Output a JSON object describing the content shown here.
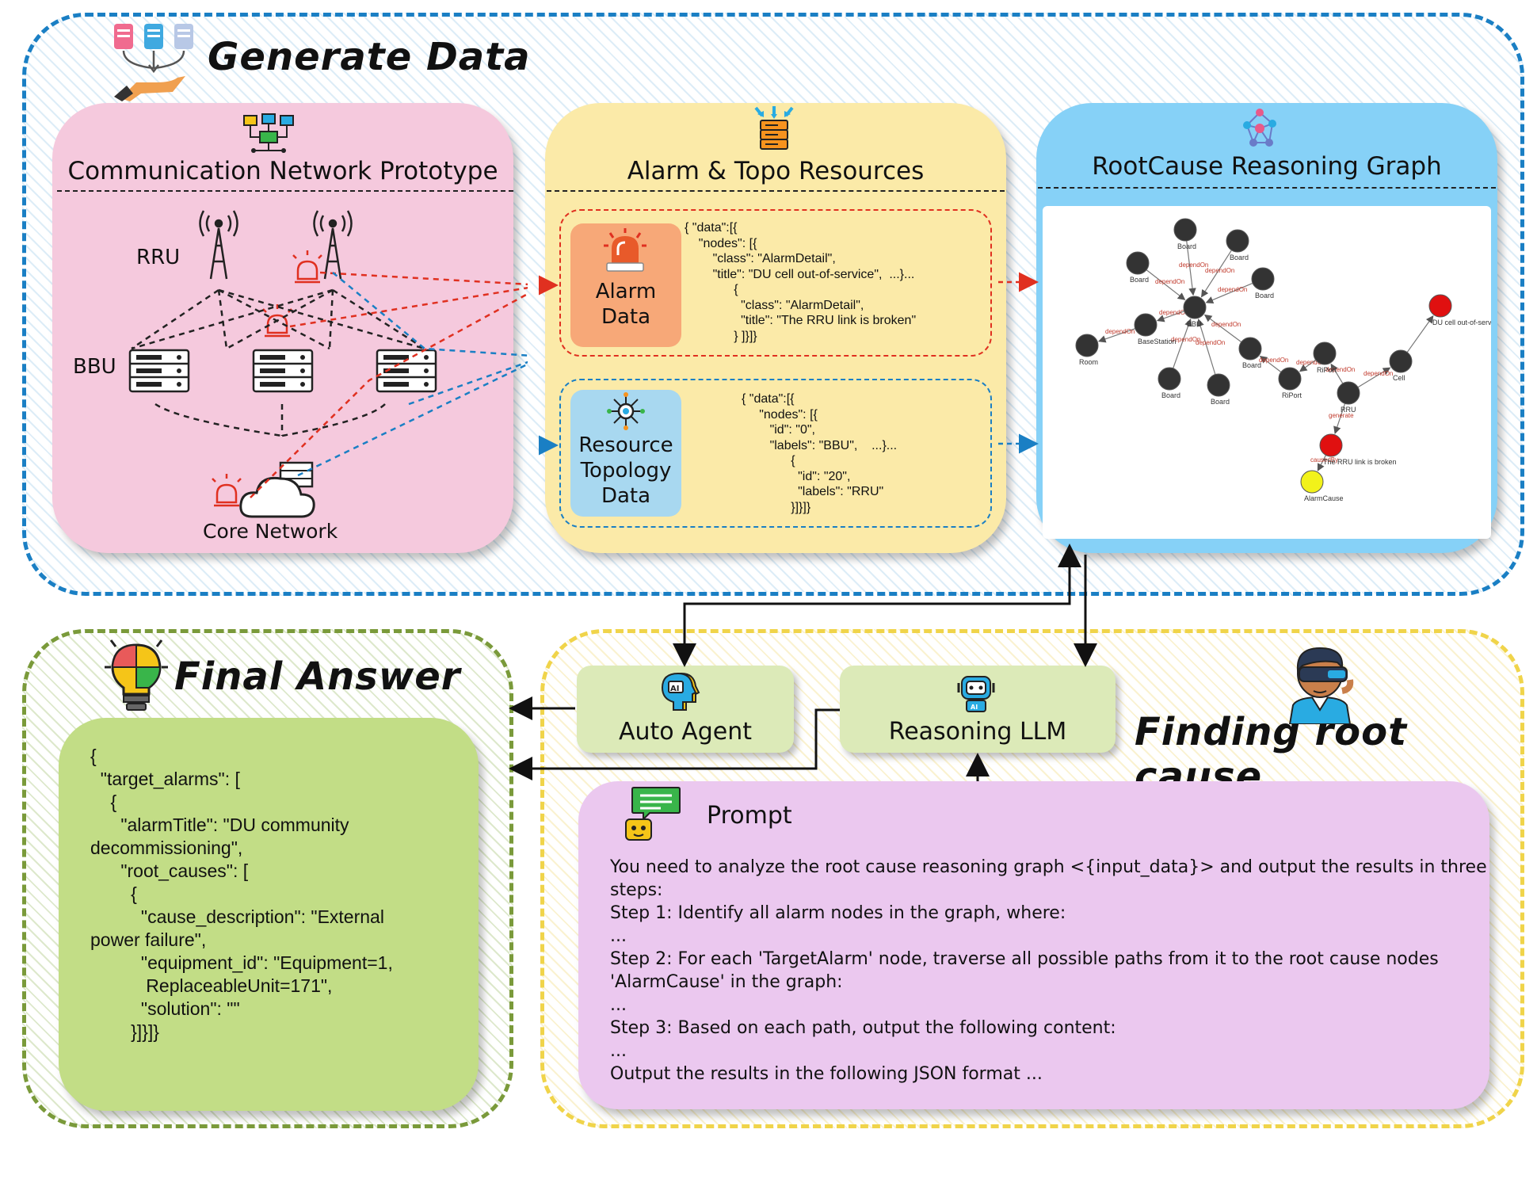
{
  "sections": {
    "generate_data": {
      "title": "Generate Data"
    },
    "final_answer": {
      "title": "Final Answer"
    },
    "finding_root_cause": {
      "title": "Finding root cause"
    }
  },
  "panels": {
    "network": {
      "title": "Communication Network Prototype",
      "rru_label": "RRU",
      "bbu_label": "BBU",
      "core_label": "Core Network"
    },
    "resources": {
      "title": "Alarm & Topo Resources",
      "alarm_label": "Alarm\nData",
      "topo_label": "Resource\nTopology\nData",
      "alarm_json": "{ \"data\":[{\n    \"nodes\": [{\n        \"class\": \"AlarmDetail\",\n        \"title\": \"DU cell out-of-service\",  ...}...\n              {\n                \"class\": \"AlarmDetail\",\n                \"title\": \"The RRU link is broken\"\n              } ]}]}",
      "topo_json": "{ \"data\":[{\n     \"nodes\": [{\n        \"id\": \"0\",\n        \"labels\": \"BBU\",    ...}...\n              {\n                \"id\": \"20\",\n                \"labels\": \"RRU\"\n              }]}]}"
    },
    "graph": {
      "title": "RootCause Reasoning Graph",
      "nodes": [
        {
          "id": "board1",
          "label": "Board",
          "color": "#333333"
        },
        {
          "id": "board2",
          "label": "Board",
          "color": "#333333"
        },
        {
          "id": "board3",
          "label": "Board",
          "color": "#333333"
        },
        {
          "id": "board4",
          "label": "Board",
          "color": "#333333"
        },
        {
          "id": "bbu",
          "label": "BBU",
          "color": "#333333"
        },
        {
          "id": "basestation",
          "label": "BaseStation",
          "color": "#333333"
        },
        {
          "id": "room",
          "label": "Room",
          "color": "#333333"
        },
        {
          "id": "board5",
          "label": "Board",
          "color": "#333333"
        },
        {
          "id": "board6",
          "label": "Board",
          "color": "#333333"
        },
        {
          "id": "board7",
          "label": "Board",
          "color": "#333333"
        },
        {
          "id": "riport1",
          "label": "RiPort",
          "color": "#333333"
        },
        {
          "id": "riport2",
          "label": "RiPort",
          "color": "#333333"
        },
        {
          "id": "rru",
          "label": "RRU",
          "color": "#333333"
        },
        {
          "id": "cell",
          "label": "Cell",
          "color": "#333333"
        },
        {
          "id": "du",
          "label": "DU cell out-of-service",
          "color": "#e01010"
        },
        {
          "id": "rrulink",
          "label": "The RRU link is broken",
          "color": "#e01010"
        },
        {
          "id": "alarmcause",
          "label": "AlarmCause",
          "color": "#f2f21a"
        }
      ],
      "edges": [
        {
          "from": "board1",
          "to": "bbu",
          "label": "dependOn"
        },
        {
          "from": "board2",
          "to": "bbu",
          "label": "dependOn"
        },
        {
          "from": "board3",
          "to": "bbu",
          "label": "dependOn"
        },
        {
          "from": "board4",
          "to": "bbu",
          "label": "dependOn"
        },
        {
          "from": "bbu",
          "to": "basestation",
          "label": "dependOn"
        },
        {
          "from": "basestation",
          "to": "room",
          "label": "dependOn"
        },
        {
          "from": "board5",
          "to": "bbu",
          "label": "dependOn"
        },
        {
          "from": "board6",
          "to": "bbu",
          "label": "dependOn"
        },
        {
          "from": "board7",
          "to": "bbu",
          "label": "dependOn"
        },
        {
          "from": "riport1",
          "to": "board7",
          "label": "dependOn"
        },
        {
          "from": "riport2",
          "to": "riport1",
          "label": "dependOn"
        },
        {
          "from": "rru",
          "to": "riport2",
          "label": "dependOn"
        },
        {
          "from": "rru",
          "to": "cell",
          "label": "dependOn"
        },
        {
          "from": "cell",
          "to": "du",
          "label": ""
        },
        {
          "from": "rru",
          "to": "rrulink",
          "label": "generate"
        },
        {
          "from": "rrulink",
          "to": "alarmcause",
          "label": "causedBy"
        }
      ]
    },
    "final": {
      "json": "{\n  \"target_alarms\": [\n    {\n      \"alarmTitle\": \"DU community\ndecommissioning\",\n      \"root_causes\": [\n        {\n          \"cause_description\": \"External\npower failure\",\n          \"equipment_id\": \"Equipment=1,\n           ReplaceableUnit=171\",\n          \"solution\": \"\"\n        }]}]}"
    },
    "agent": {
      "label": "Auto Agent"
    },
    "llm": {
      "label": "Reasoning LLM"
    },
    "prompt": {
      "title": "Prompt",
      "lines": [
        "You need to analyze the root cause reasoning graph <{input_data}> and output the results in three",
        "steps:",
        "Step 1: Identify all alarm nodes in the graph, where:",
        "...",
        "Step 2: For each 'TargetAlarm' node, traverse all possible paths from it to the root cause nodes",
        "'AlarmCause' in the graph:",
        "...",
        "Step 3: Based on each path, output the following content:",
        "...",
        "Output the results in the following JSON format ..."
      ]
    }
  },
  "colors": {
    "blue_border": "#1a7fc4",
    "yellow_border": "#f0d44a",
    "green_border": "#7a9a3a",
    "pink_panel": "#f5c9dd",
    "yellow_panel": "#fbeaa8",
    "blue_panel": "#86d1f7",
    "green_panel": "#c2dd86",
    "purple_panel": "#ebc8ef",
    "alarm_red": "#e03020",
    "topo_blue": "#1a7fc4"
  }
}
